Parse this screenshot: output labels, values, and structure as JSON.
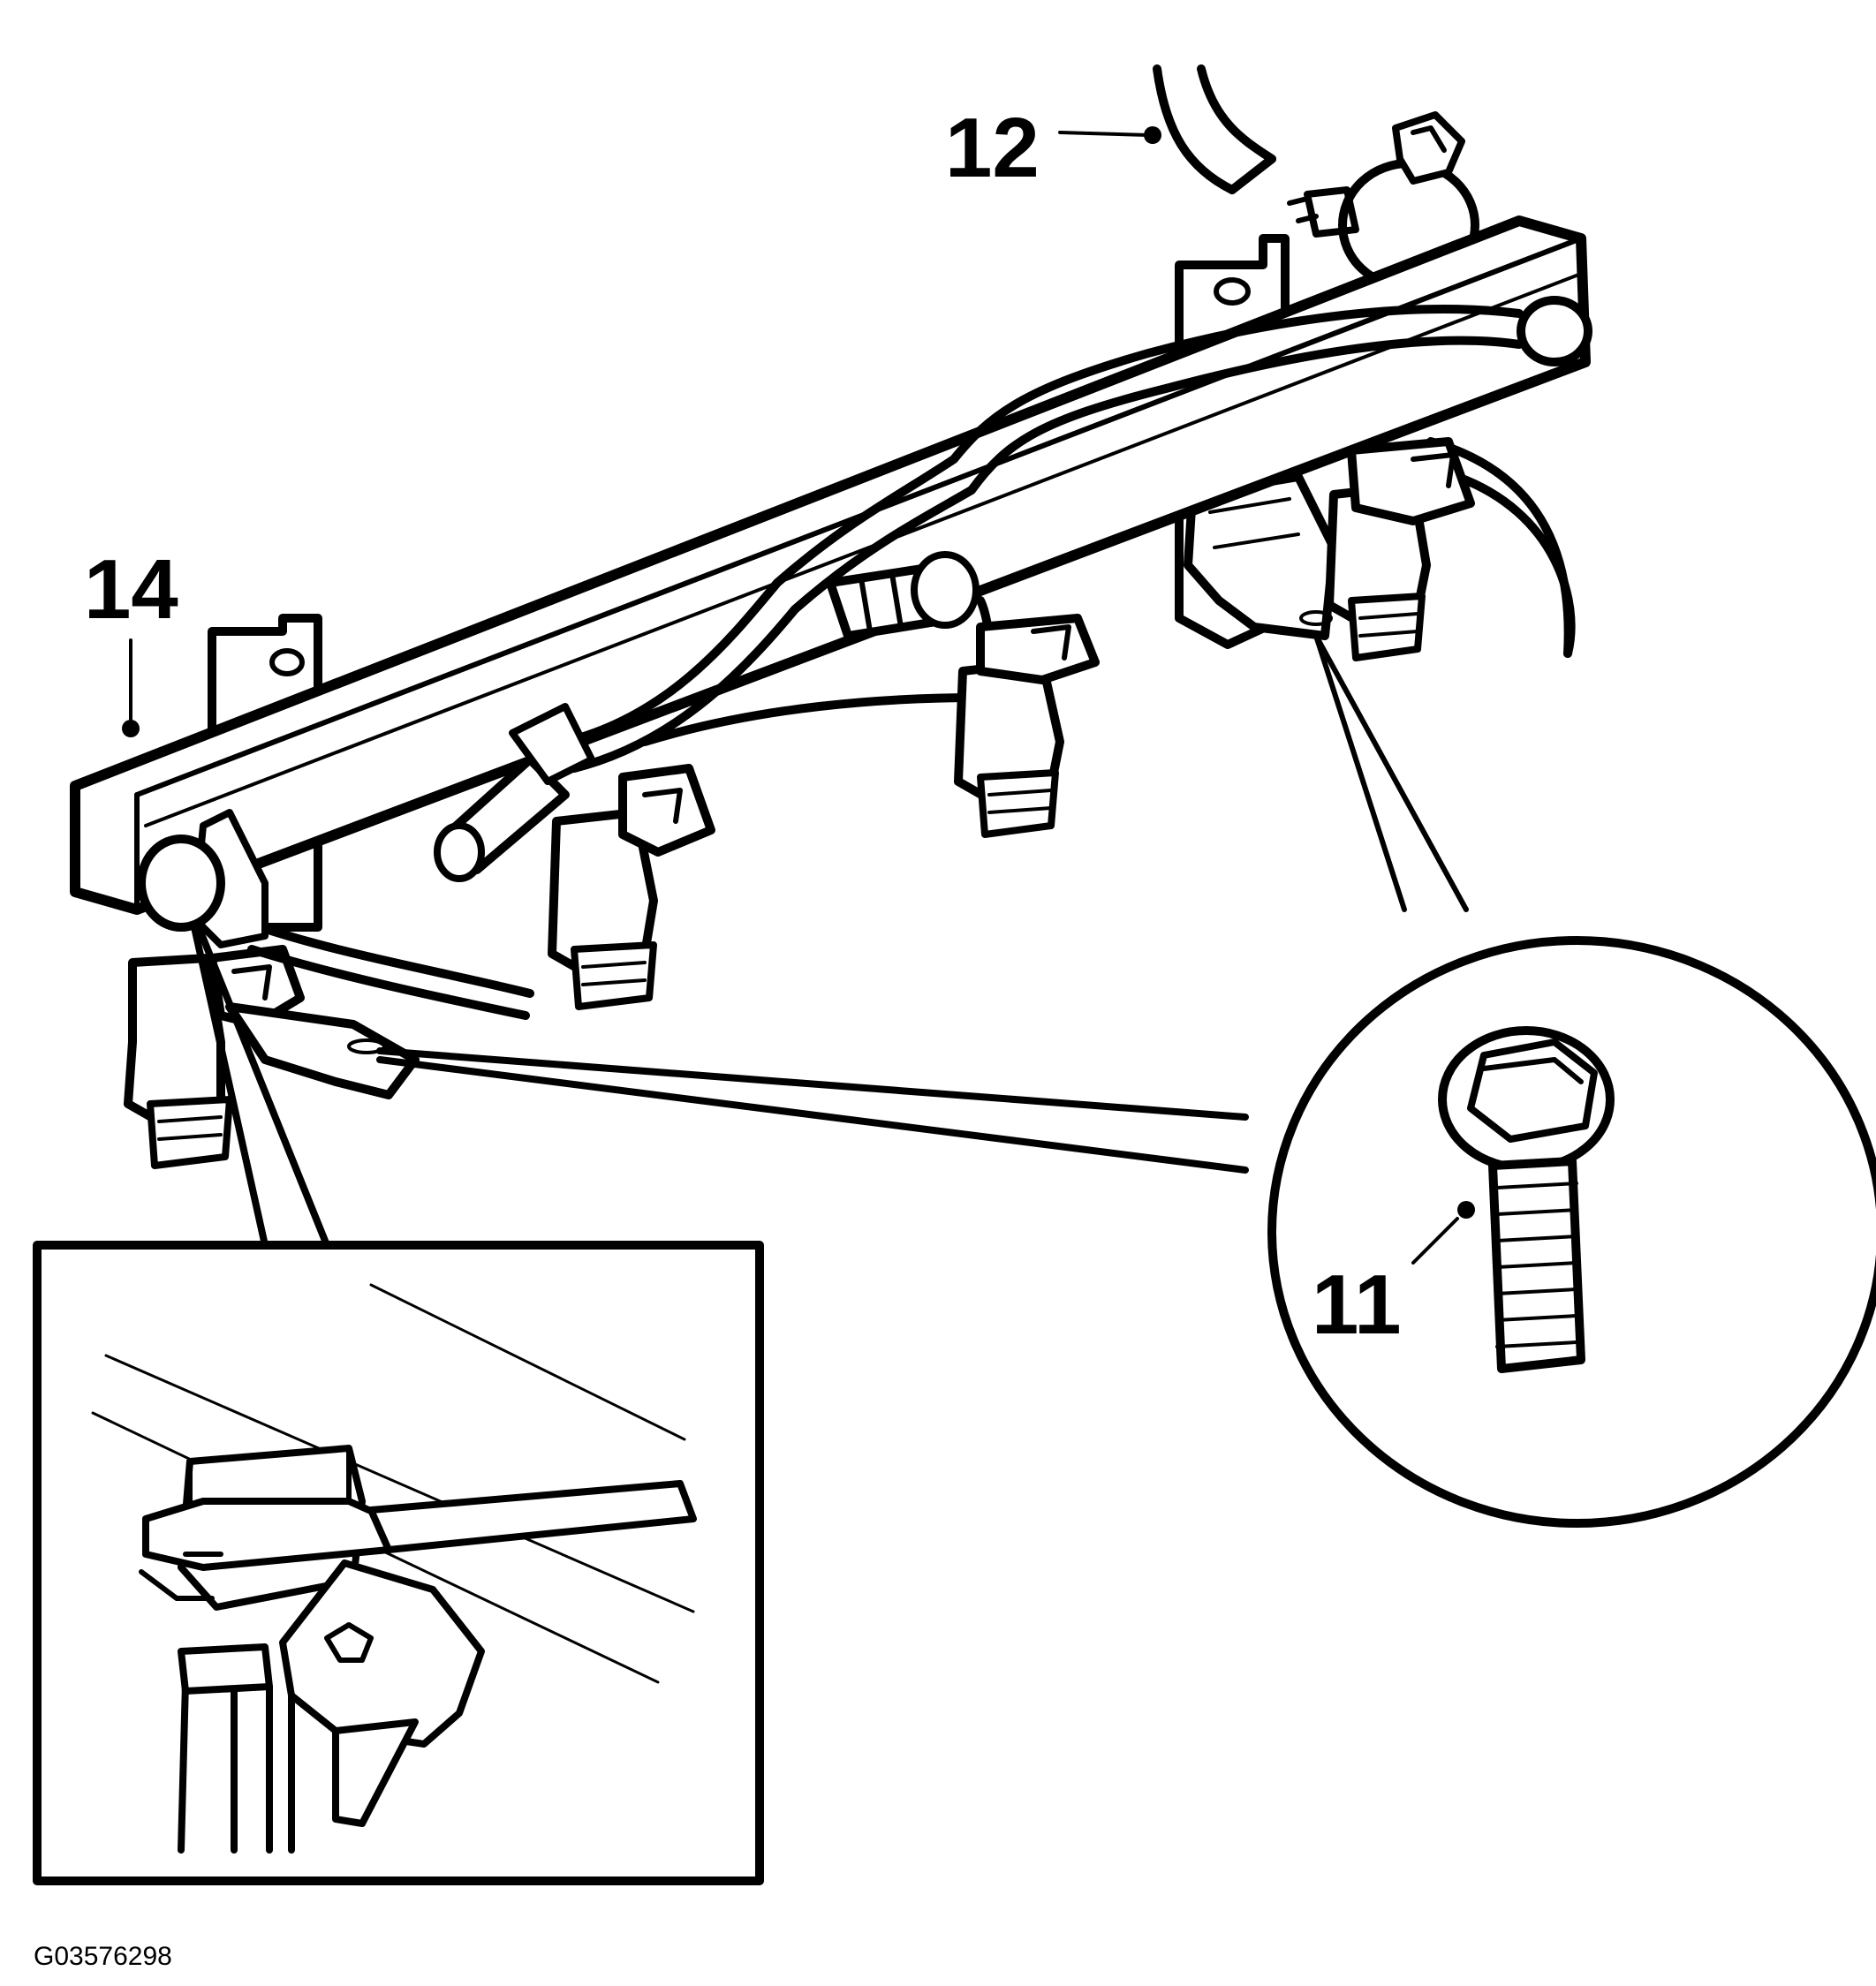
{
  "callouts": {
    "label_12": "12",
    "label_14": "14",
    "label_11": "11"
  },
  "figure_id": "G03576298",
  "colors": {
    "ink": "#000000",
    "paper": "#ffffff"
  }
}
